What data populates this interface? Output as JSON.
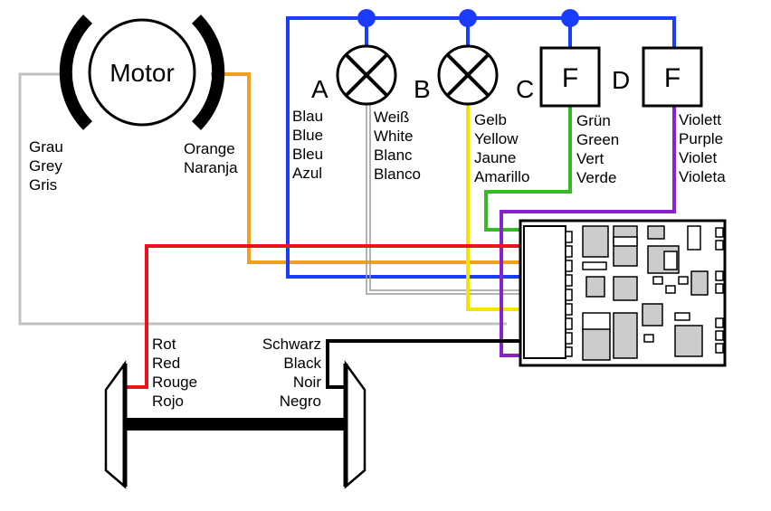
{
  "colors": {
    "blue": "#1a3cff",
    "white_wire": "#9a9a9a",
    "yellow": "#f2e600",
    "green": "#33bb22",
    "purple": "#8a22c9",
    "orange": "#f0a020",
    "grey": "#c0c0c0",
    "red": "#e8141a",
    "black": "#000000"
  },
  "motor": {
    "label": "Motor"
  },
  "outputs": [
    {
      "letter": "A",
      "type": "lamp"
    },
    {
      "letter": "B",
      "type": "lamp"
    },
    {
      "letter": "C",
      "type": "function",
      "symbol": "F"
    },
    {
      "letter": "D",
      "type": "function",
      "symbol": "F"
    }
  ],
  "wires": {
    "blue": [
      "Blau",
      "Blue",
      "Bleu",
      "Azul"
    ],
    "white": [
      "Weiß",
      "White",
      "Blanc",
      "Blanco"
    ],
    "yellow": [
      "Gelb",
      "Yellow",
      "Jaune",
      "Amarillo"
    ],
    "green": [
      "Grün",
      "Green",
      "Vert",
      "Verde"
    ],
    "purple": [
      "Violett",
      "Purple",
      "Violet",
      "Violeta"
    ],
    "grey": [
      "Grau",
      "Grey",
      "Gris"
    ],
    "orange": [
      "Orange",
      "Naranja"
    ],
    "red": [
      "Rot",
      "Red",
      "Rouge",
      "Rojo"
    ],
    "black": [
      "Schwarz",
      "Black",
      "Noir",
      "Negro"
    ]
  }
}
